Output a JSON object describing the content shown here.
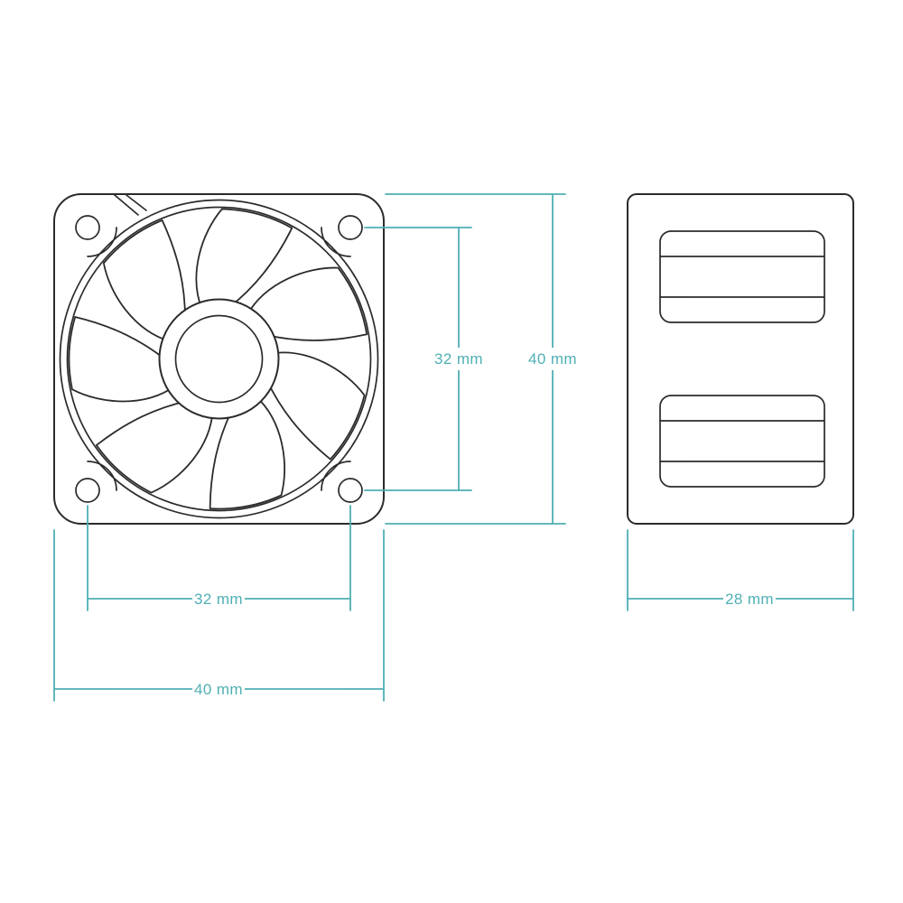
{
  "diagram": {
    "colors": {
      "accent": "#4FAFB4",
      "line": "#2B2B2B",
      "background": "#FFFFFF"
    },
    "front_view": {
      "blade_count": 7
    },
    "dimensions": {
      "hole_spacing_vertical": "32 mm",
      "frame_height": "40 mm",
      "hole_spacing_horizontal": "32 mm",
      "frame_width": "40 mm",
      "depth": "28 mm"
    }
  }
}
